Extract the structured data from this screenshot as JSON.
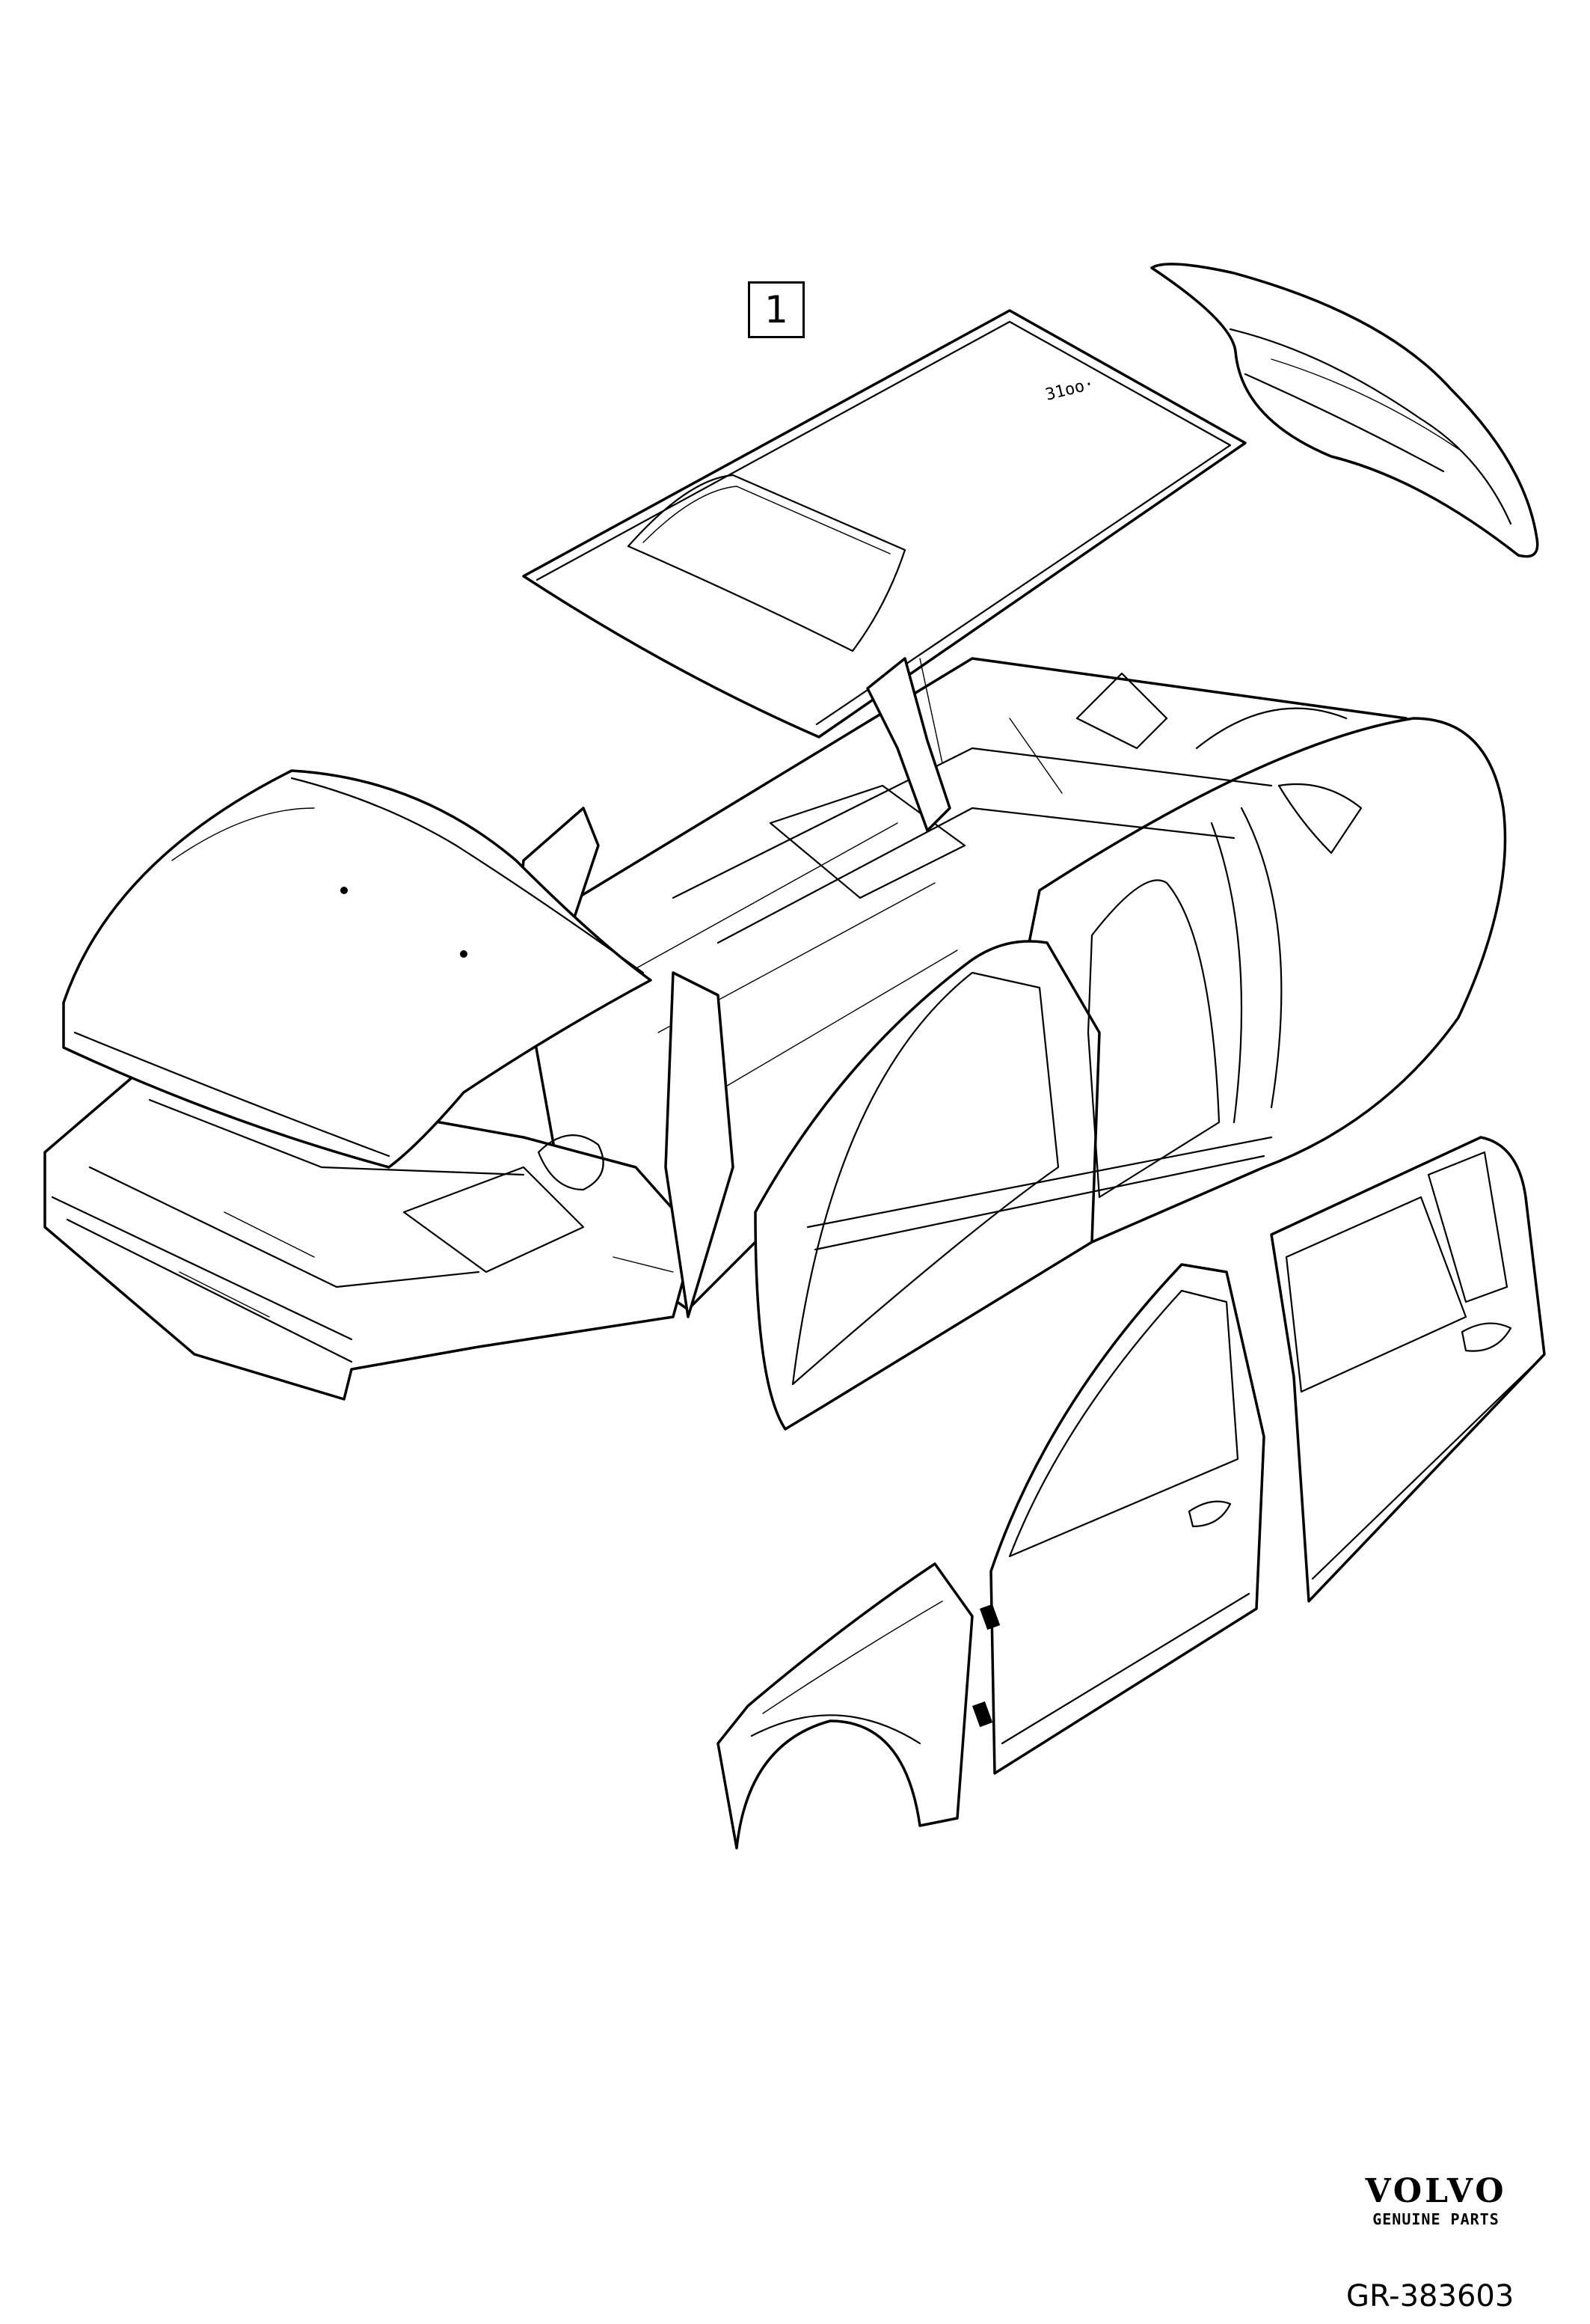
{
  "callouts": [
    {
      "label": "1"
    }
  ],
  "brand": {
    "name": "VOLVO",
    "tagline": "GENUINE PARTS"
  },
  "reference": "GR-383603",
  "roof_marking": "31oo·"
}
